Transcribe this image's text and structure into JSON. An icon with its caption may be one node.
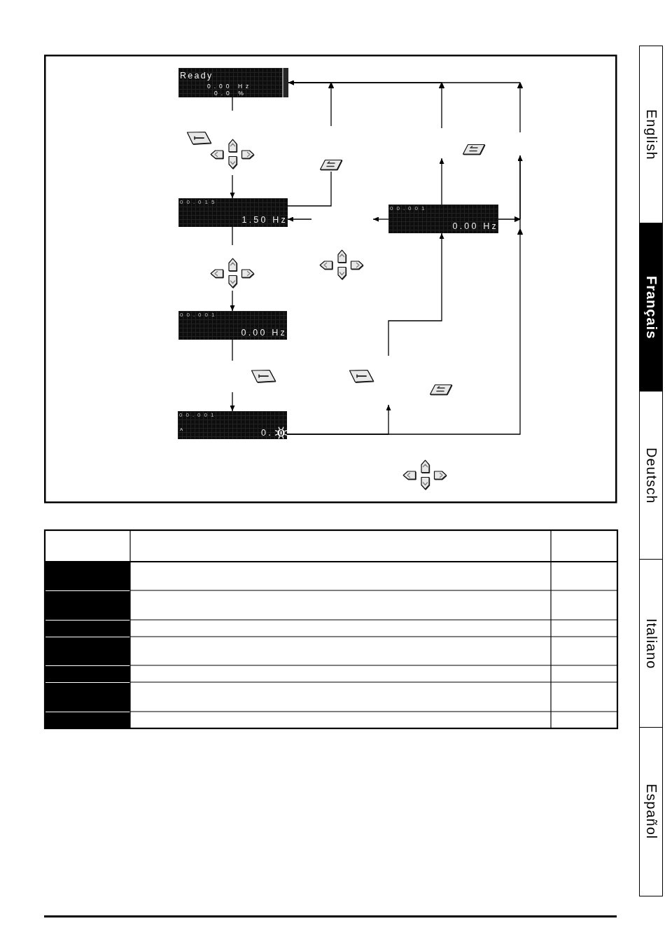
{
  "diagram": {
    "nodes": [
      {
        "text": [
          "Ready",
          "0.00 Hz",
          "0.0 %"
        ]
      },
      {
        "text": [
          "00.015",
          "1.50 Hz"
        ]
      },
      {
        "text": [
          "00.001",
          "0.00 Hz"
        ]
      },
      {
        "text": [
          "00.001",
          "^",
          "0.",
          "0"
        ]
      },
      {
        "text": [
          "00.001",
          "0.00 Hz"
        ]
      }
    ],
    "edges": [
      {
        "from": 0,
        "to": null,
        "arrow": "none"
      },
      {
        "from": null,
        "to": 1,
        "arrow": "to"
      },
      {
        "from": 1,
        "to": null,
        "arrow": "none"
      },
      {
        "from": null,
        "to": 2,
        "arrow": "to"
      },
      {
        "from": 2,
        "to": null,
        "arrow": "none"
      },
      {
        "from": null,
        "to": 3,
        "arrow": "to"
      },
      {
        "from": 1,
        "to": null,
        "arrow": "none"
      },
      {
        "from": null,
        "to": 0,
        "arrow": "to"
      },
      {
        "from": 4,
        "to": null,
        "arrow": "to"
      },
      {
        "from": null,
        "to": 0,
        "arrow": "to"
      },
      {
        "from": 4,
        "to": null,
        "arrow": "to"
      },
      {
        "from": 3,
        "to": null,
        "arrow": "to"
      },
      {
        "from": null,
        "to": 0,
        "arrow": "to"
      },
      {
        "from": 3,
        "to": null,
        "arrow": "to"
      },
      {
        "from": null,
        "to": 4,
        "arrow": "to"
      },
      {
        "from": 4,
        "to": null,
        "arrow": "to"
      },
      {
        "from": null,
        "to": 1,
        "arrow": "to"
      }
    ],
    "labels": [
      "English",
      "Français",
      "Deutsch",
      "Italiano",
      "Español"
    ]
  }
}
